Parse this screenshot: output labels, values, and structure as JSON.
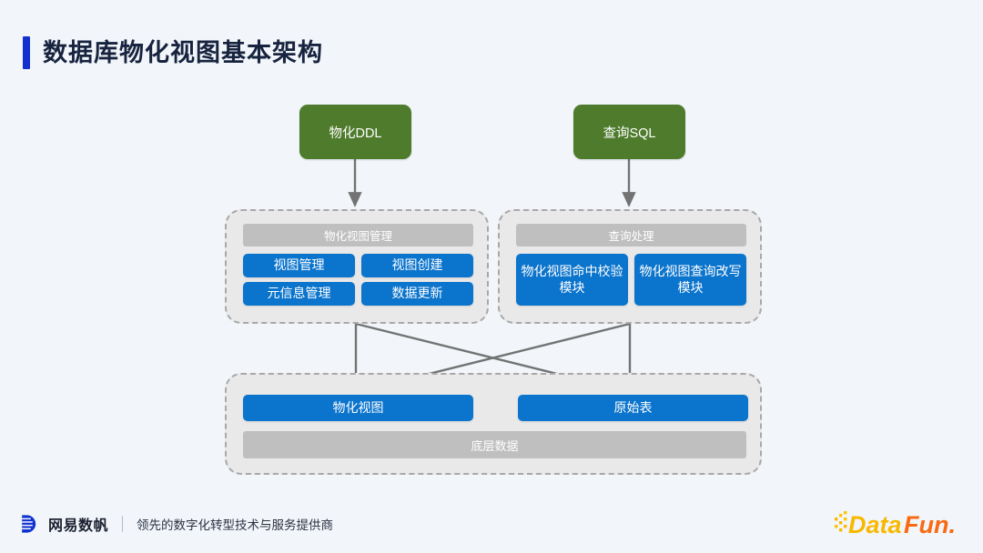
{
  "slide": {
    "title": "数据库物化视图基本架构",
    "accent_color": "#1231cf",
    "background_color": "#f2f6fa"
  },
  "diagram": {
    "inputs": [
      {
        "id": "materialize-ddl",
        "label": "物化DDL",
        "color": "#4e7b2c"
      },
      {
        "id": "query-sql",
        "label": "查询SQL",
        "color": "#4e7b2c"
      }
    ],
    "groups": {
      "mv_management": {
        "header": "物化视图管理",
        "header_color": "#bfbfbf",
        "items": [
          {
            "id": "view-management",
            "label": "视图管理"
          },
          {
            "id": "view-creation",
            "label": "视图创建"
          },
          {
            "id": "meta-management",
            "label": "元信息管理"
          },
          {
            "id": "data-refresh",
            "label": "数据更新"
          }
        ]
      },
      "query_processing": {
        "header": "查询处理",
        "header_color": "#bfbfbf",
        "items": [
          {
            "id": "mv-hit-validation",
            "label": "物化视图命中校验模块"
          },
          {
            "id": "mv-query-rewrite",
            "label": "物化视图查询改写模块"
          }
        ]
      },
      "storage": {
        "header": "底层数据",
        "header_color": "#bfbfbf",
        "items": [
          {
            "id": "materialized-view",
            "label": "物化视图"
          },
          {
            "id": "base-table",
            "label": "原始表"
          }
        ]
      }
    },
    "box_color": "#0b74cc",
    "arrow_color": "#737373",
    "group_border_color": "#a8a8a8",
    "group_fill_color": "#e9e9e9"
  },
  "footer": {
    "brand": "网易数帆",
    "tagline": "领先的数字化转型技术与服务提供商",
    "partner_logo_text": "DataFun.",
    "brand_color": "#1033d0",
    "partner_color_a": "#f9b800",
    "partner_color_b": "#f96a12"
  }
}
